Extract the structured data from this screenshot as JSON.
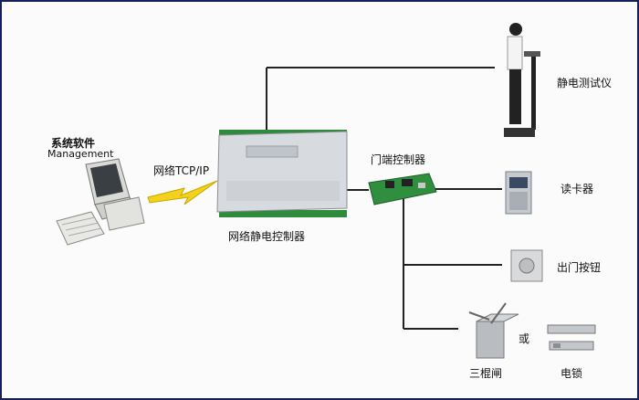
{
  "labels": {
    "software": "系统软件",
    "management": "Management",
    "network": "网络TCP/IP",
    "main_controller": "网络静电控制器",
    "door_controller": "门端控制器",
    "static_tester": "静电测试仪",
    "card_reader": "读卡器",
    "exit_button": "出门按钮",
    "or": "或",
    "turnstile": "三棍闸",
    "electric_lock": "电锁"
  },
  "colors": {
    "frame": "#15205a",
    "line": "#222222",
    "bolt": "#f2d21a",
    "controller_body": "#d7dadf",
    "terminal_green": "#2e8b3c",
    "pcb_green": "#2f8f3f"
  }
}
